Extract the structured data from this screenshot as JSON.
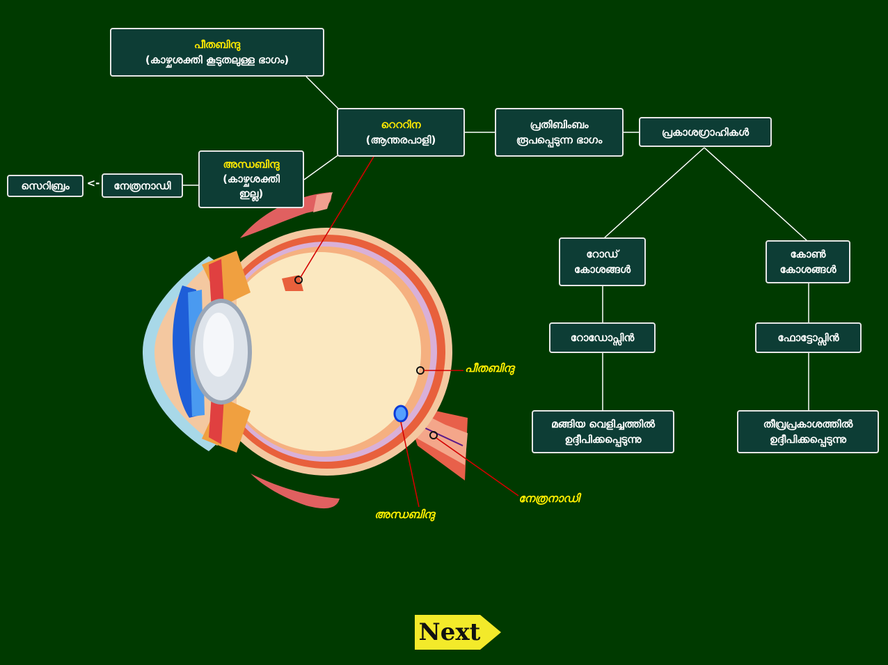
{
  "boxes": {
    "macula": {
      "title": "പീതബിന്ദു",
      "sub": "(കാഴ്ചശക്തി കൂടുതലുള്ള ഭാഗം)"
    },
    "retina": {
      "title": "റെററിന",
      "sub": "(ആന്തരപാളി)"
    },
    "image_forming": {
      "line1": "പ്രതിബിംബം",
      "line2": "രൂപപ്പെടുന്ന ഭാഗം"
    },
    "photoreceptors": {
      "title": "പ്രകാശഗ്രാഹികൾ"
    },
    "blind_spot": {
      "title": "അന്ധബിന്ദു",
      "sub1": "(കാഴ്ചശക്തി",
      "sub2": "ഇല്ല)"
    },
    "optic_nerve": {
      "title": "നേത്രനാഡി"
    },
    "cerebrum": {
      "title": "സെറിബ്രം"
    },
    "arrow": "<-",
    "rod_cells": {
      "line1": "റോഡ്",
      "line2": "കോശങ്ങൾ"
    },
    "cone_cells": {
      "line1": "കോൺ",
      "line2": "കോശങ്ങൾ"
    },
    "rhodopsin": {
      "title": "റോഡോപ്സിൻ"
    },
    "photopsin": {
      "title": "ഫോട്ടോപ്സിൻ"
    },
    "dim_light": {
      "line1": "മങ്ങിയ വെളിച്ചത്തിൽ",
      "line2": "ഉദ്ദീപിക്കപ്പെടുന്നു"
    },
    "bright_light": {
      "line1": "തീവ്രപ്രകാശത്തിൽ",
      "line2": "ഉദ്ദീപിക്കപ്പെടുന്നു"
    }
  },
  "callouts": {
    "macula": "പീതബിന്ദു",
    "blind_spot": "അന്ധബിന്ദു",
    "optic_nerve": "നേത്രനാഡി"
  },
  "next_label": "Next",
  "colors": {
    "background": "#003a00",
    "box_fill": "#0d3d35",
    "highlight_text": "#ffea00",
    "pointer_line": "#d40000",
    "next_button": "#f3ea2a"
  }
}
